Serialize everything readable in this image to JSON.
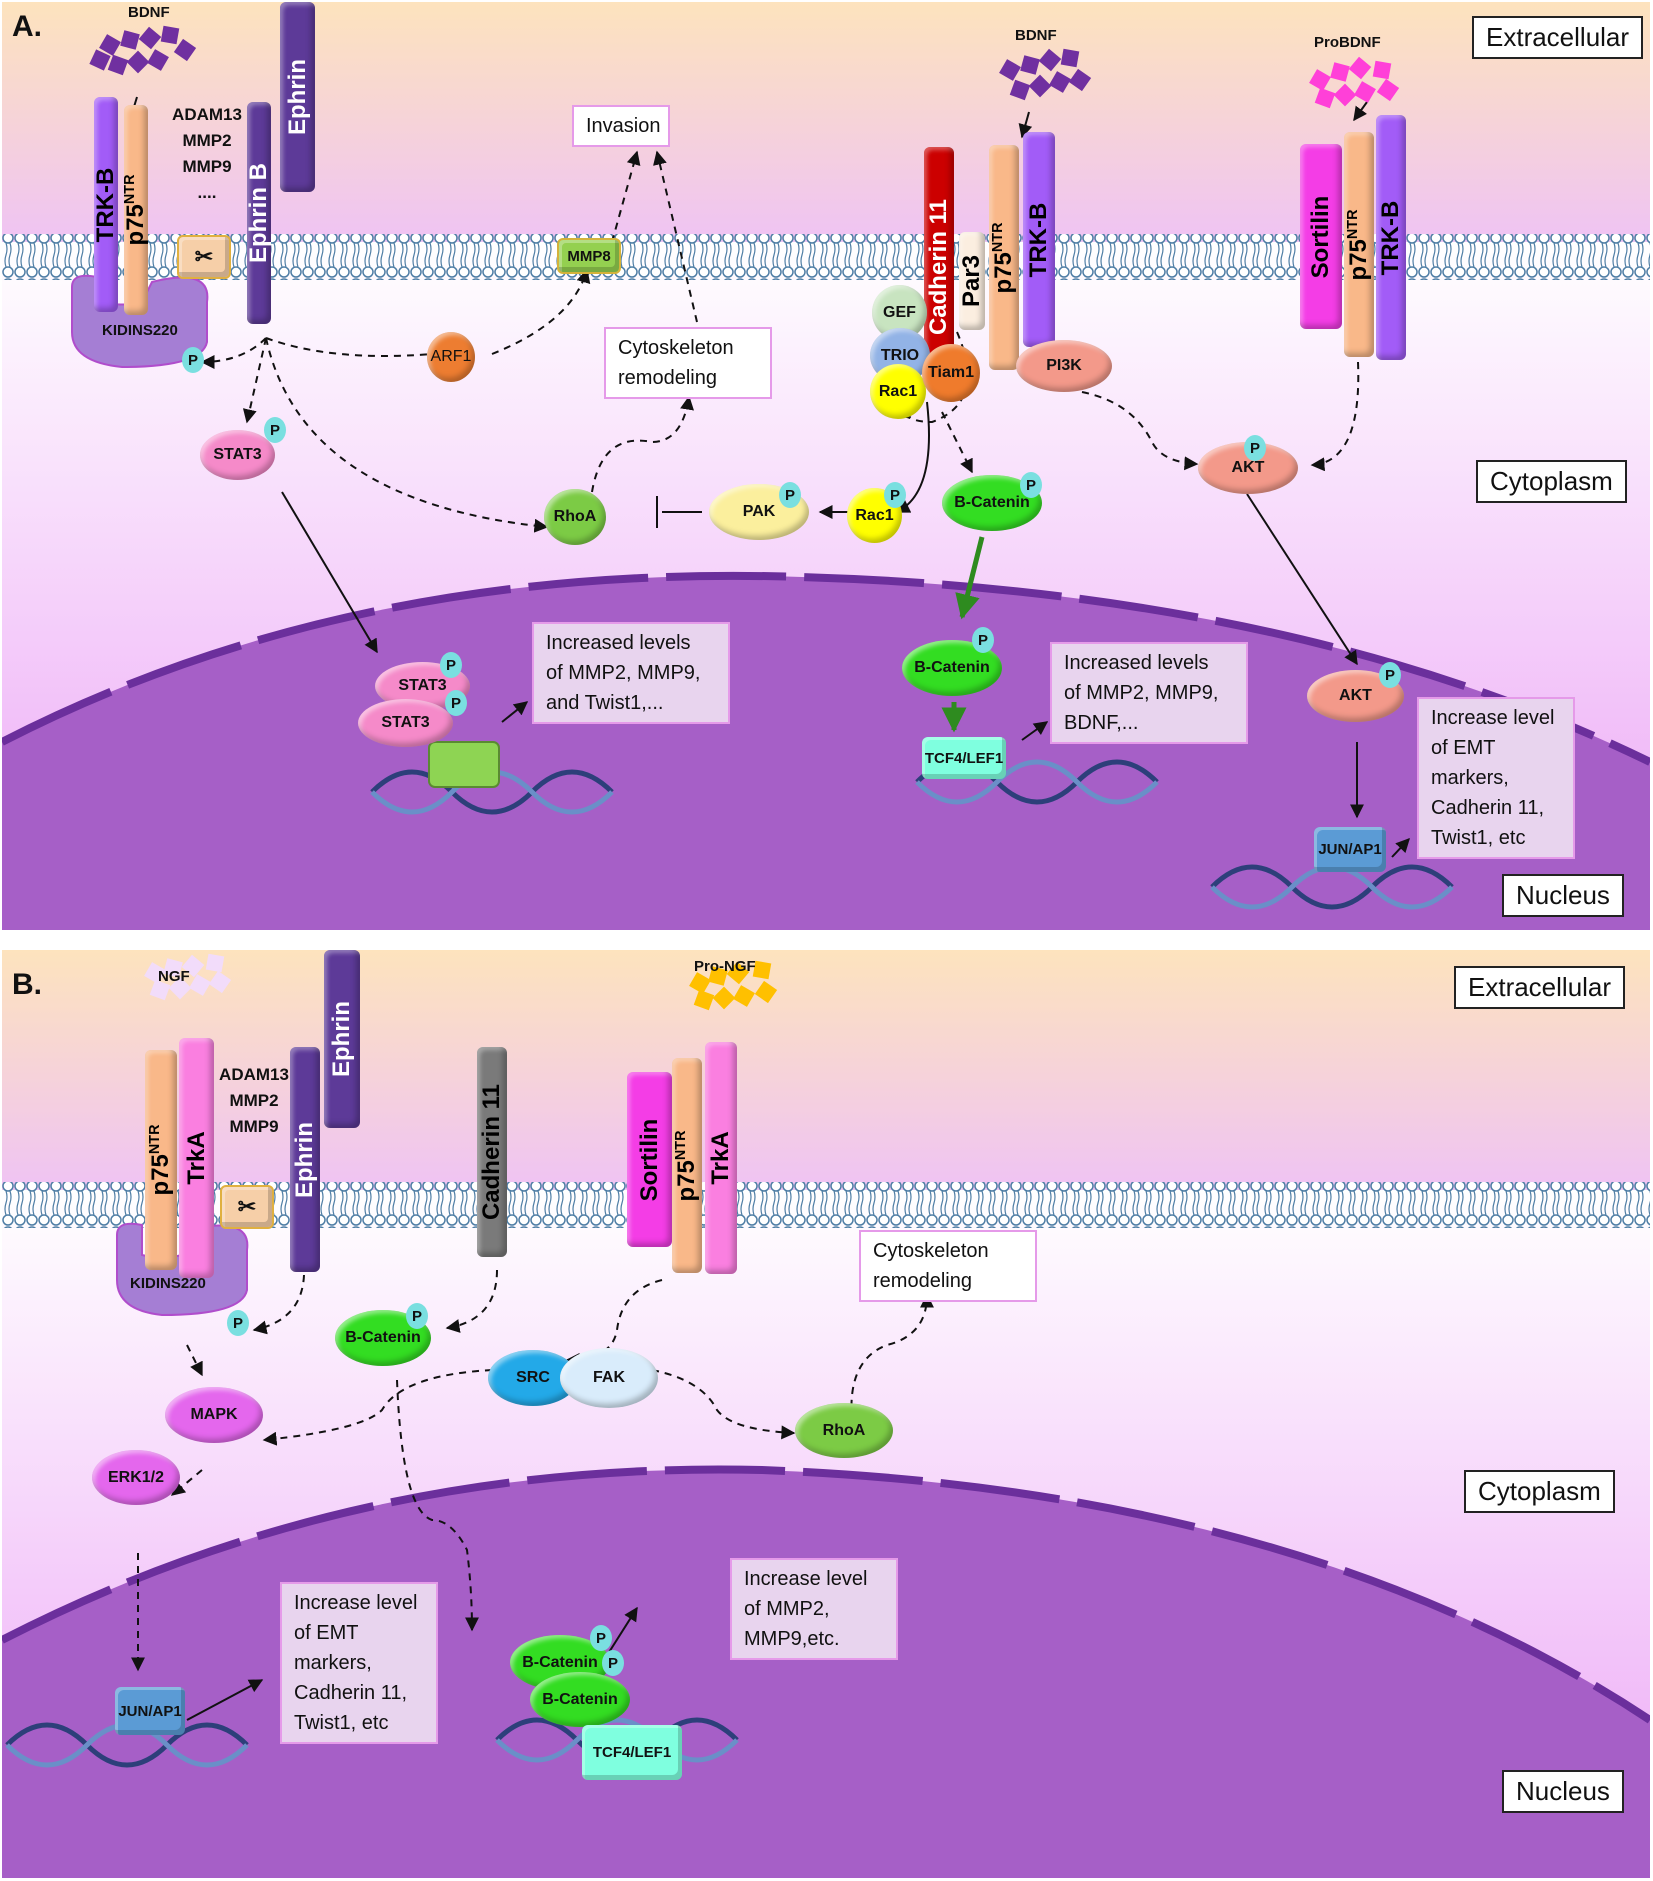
{
  "figure": {
    "panels": [
      {
        "id": "A",
        "tag": "A.",
        "regions": {
          "extracellular": "Extracellular",
          "cytoplasm": "Cytoplasm",
          "nucleus": "Nucleus"
        },
        "ligands": {
          "bdnf_left": "BDNF",
          "bdnf_right": "BDNF",
          "probdnf": "ProBDNF"
        },
        "receptors": {
          "trkb_left": "TRK-B",
          "p75_left_base": "p75",
          "p75_sup": "NTR",
          "ephrin_b": "Ephrin B",
          "ephrin": "Ephrin",
          "cadherin11": "Cadherin 11",
          "par3": "Par3",
          "p75_mid_base": "p75",
          "trkb_mid": "TRK-B",
          "sortilin": "Sortilin",
          "p75_right_base": "p75",
          "trkb_right": "TRK-B"
        },
        "proteases": [
          "ADAM13",
          "MMP2",
          "MMP9",
          "...."
        ],
        "scissors": "✂",
        "adaptor": "KIDINS220",
        "nodes": {
          "mmp8": "MMP8",
          "arf1": "ARF1",
          "stat3": "STAT3",
          "rhoa": "RhoA",
          "pak": "PAK",
          "rac1_p": "Rac1",
          "bcatenin": "B-Catenin",
          "gef": "GEF",
          "trio": "TRIO",
          "tiam1": "Tiam1",
          "rac1": "Rac1",
          "pi3k": "PI3K",
          "akt": "AKT",
          "stat3_n1": "STAT3",
          "stat3_n2": "STAT3",
          "bcatenin_n": "B-Catenin",
          "tcf4": "TCF4/LEF1",
          "akt_n": "AKT",
          "jun": "JUN/AP1",
          "phospho": "P"
        },
        "boxes": {
          "invasion": "Invasion",
          "cytoskeleton": [
            "Cytoskeleton",
            "remodeling"
          ],
          "stat3_out": [
            "Increased levels",
            "of MMP2, MMP9,",
            "and Twist1,..."
          ],
          "bcat_out": [
            "Increased levels",
            "of MMP2, MMP9,",
            "BDNF,..."
          ],
          "akt_out": [
            "Increase level",
            "of EMT",
            "markers,",
            "Cadherin 11,",
            "Twist1, etc"
          ]
        }
      },
      {
        "id": "B",
        "tag": "B.",
        "regions": {
          "extracellular": "Extracellular",
          "cytoplasm": "Cytoplasm",
          "nucleus": "Nucleus"
        },
        "ligands": {
          "ngf": "NGF",
          "prongf": "Pro-NGF"
        },
        "receptors": {
          "p75_left_base": "p75",
          "p75_sup": "NTR",
          "trka_left": "TrkA",
          "ephrin_short": "Ephrin",
          "ephrin": "Ephrin",
          "cadherin11": "Cadherin 11",
          "sortilin": "Sortilin",
          "p75_right_base": "p75",
          "trka_right": "TrkA"
        },
        "proteases": [
          "ADAM13",
          "MMP2",
          "MMP9"
        ],
        "scissors": "✂",
        "adaptor": "KIDINS220",
        "nodes": {
          "bcatenin": "B-Catenin",
          "src": "SRC",
          "fak": "FAK",
          "mapk": "MAPK",
          "erk": "ERK1/2",
          "rhoa": "RhoA",
          "jun": "JUN/AP1",
          "bcatenin_n1": "B-Catenin",
          "bcatenin_n2": "B-Catenin",
          "tcf4": "TCF4/LEF1",
          "phospho": "P"
        },
        "boxes": {
          "cytoskeleton": [
            "Cytoskeleton",
            "remodeling"
          ],
          "jun_out": [
            "Increase level",
            "of EMT",
            "markers,",
            "Cadherin 11,",
            "Twist1, etc"
          ],
          "tcf_out": [
            "Increase level",
            "of MMP2,",
            "MMP9,etc."
          ]
        }
      }
    ]
  },
  "colors": {
    "extracellular_top": "#fde3bd",
    "membrane_zone": "#efc3f4",
    "cytoplasm_top": "#ffffff",
    "cytoplasm_bottom": "#eca6f6",
    "nucleus": "#a65fc7",
    "nuclear_envelope": "#6b2f9c",
    "membrane_lipid": "#4f7ea5",
    "trkb": "#a25cf7",
    "p75": "#f9b889",
    "ephrin": "#5d3a98",
    "kidins220": "#a57ed4",
    "cadherin_a": "#cc0000",
    "cadherin_b": "#7a7a7a",
    "par3": "#fbeee0",
    "sortilin": "#f43de6",
    "trka": "#fa7fe0",
    "bdnf": "#7030a0",
    "probdnf": "#ff40d8",
    "ngf": "#f2dcfa",
    "prongf": "#ffc000",
    "phospho": "#7adfe0",
    "stat3": "#f58ac9",
    "rhoa": "#7ccb45",
    "pak": "#fbef9d",
    "rac1": "#ffff00",
    "bcatenin": "#33dd22",
    "gef": "#c8e4c0",
    "trio": "#92b3e6",
    "tiam1": "#ef7b2c",
    "pi3k": "#f3998a",
    "akt": "#f3998a",
    "arf1": "#ed7d31",
    "mmp8": "#94d050",
    "tf_stat3": "#8ed453",
    "tcf4": "#7fffdf",
    "jun": "#5b9bd5",
    "src": "#23a9e8",
    "fak": "#d9ecfb",
    "mapk": "#e467ed",
    "erk": "#e467ed",
    "box_border": "#e59ae9"
  }
}
